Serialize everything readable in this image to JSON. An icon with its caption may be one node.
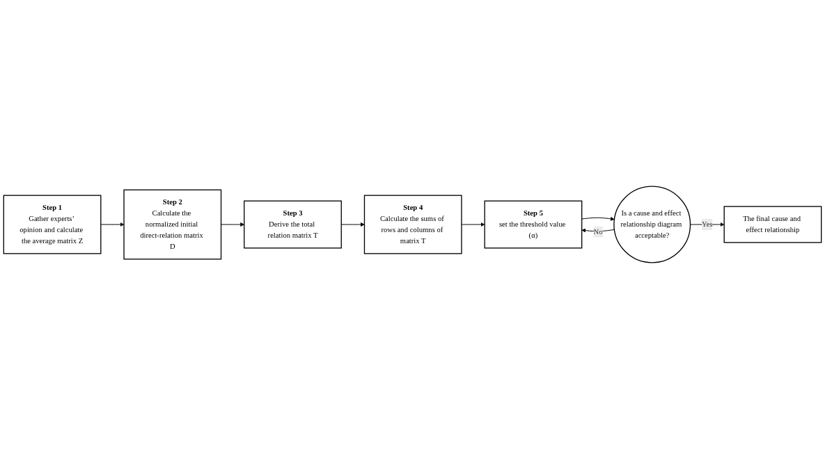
{
  "diagram": {
    "nodes": [
      {
        "text": [
          "Step 1",
          "Gather experts’ opinion and calculate the average matrix Z"
        ]
      },
      {
        "text": [
          "Step 2",
          "Calculate the normalized initial direct-relation matrix D"
        ]
      },
      {
        "text": [
          "Step 3",
          "Derive the total relation matrix T"
        ]
      },
      {
        "text": [
          "Step 4",
          "Calculate the sums of rows and columns of matrix T"
        ]
      },
      {
        "text": [
          "Step 5",
          "set the threshold value (α)"
        ]
      },
      {
        "text": [
          "Is a cause and effect relationship diagram acceptable?"
        ]
      },
      {
        "text": [
          "The final cause and effect relationship"
        ]
      }
    ],
    "edges": [
      {
        "from": 0,
        "to": 1,
        "arrow": "to"
      },
      {
        "from": 1,
        "to": 2,
        "arrow": "to"
      },
      {
        "from": 2,
        "to": 3,
        "arrow": "to"
      },
      {
        "from": 3,
        "to": 4,
        "arrow": "to"
      },
      {
        "from": 4,
        "to": 5,
        "arrow": "to"
      },
      {
        "from": 5,
        "to": 6,
        "label": "Yes",
        "arrow": "to"
      },
      {
        "from": 5,
        "to": 4,
        "label": "No",
        "arrow": "to"
      }
    ]
  }
}
